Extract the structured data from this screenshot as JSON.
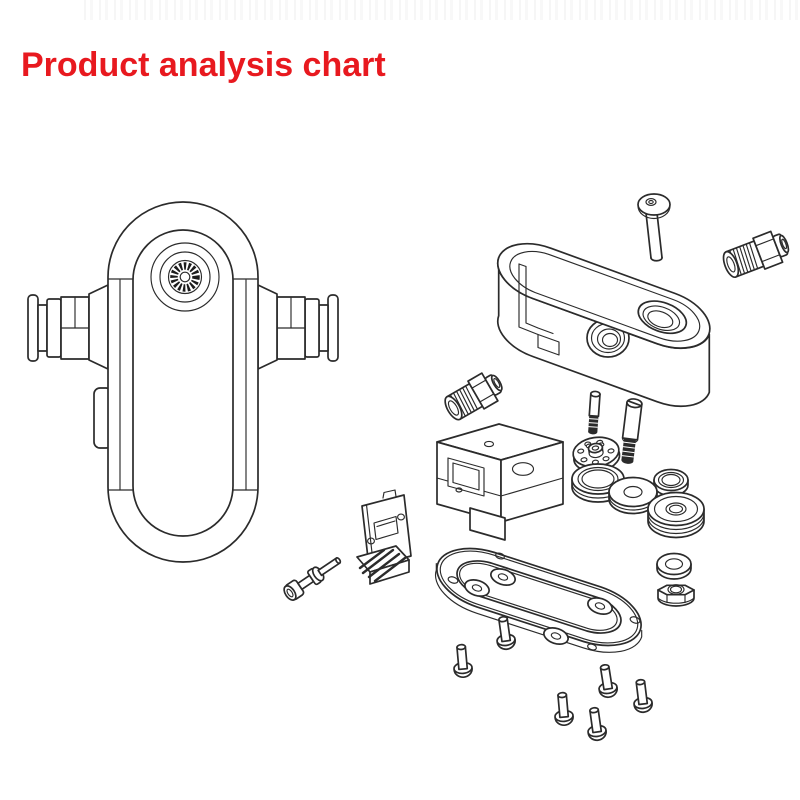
{
  "page": {
    "background": "#ffffff"
  },
  "title": {
    "text": "Product analysis chart",
    "color": "#e8191f"
  },
  "diagram": {
    "line_color": "#2b2b2b",
    "views": [
      {
        "id": "assembled-view",
        "description": "assembled-product-front-view"
      },
      {
        "id": "exploded-view",
        "description": "exploded-parts-view"
      }
    ],
    "assembled_parts": [
      "push-fit-connector-left",
      "push-fit-connector-right",
      "housing-body",
      "lens-port",
      "side-tab",
      "fixing-screw"
    ],
    "exploded_parts": [
      "button-head-screw",
      "threaded-plug",
      "clamp-body",
      "push-fit-connector",
      "switch-block",
      "threaded-pin",
      "slotted-stud",
      "perforated-disc",
      "grooved-ring",
      "flat-washer",
      "small-ring",
      "grooved-pulley",
      "mounting-bracket",
      "machine-screw",
      "base-plate",
      "washer",
      "hex-flange-nut",
      "cover-screw"
    ]
  }
}
